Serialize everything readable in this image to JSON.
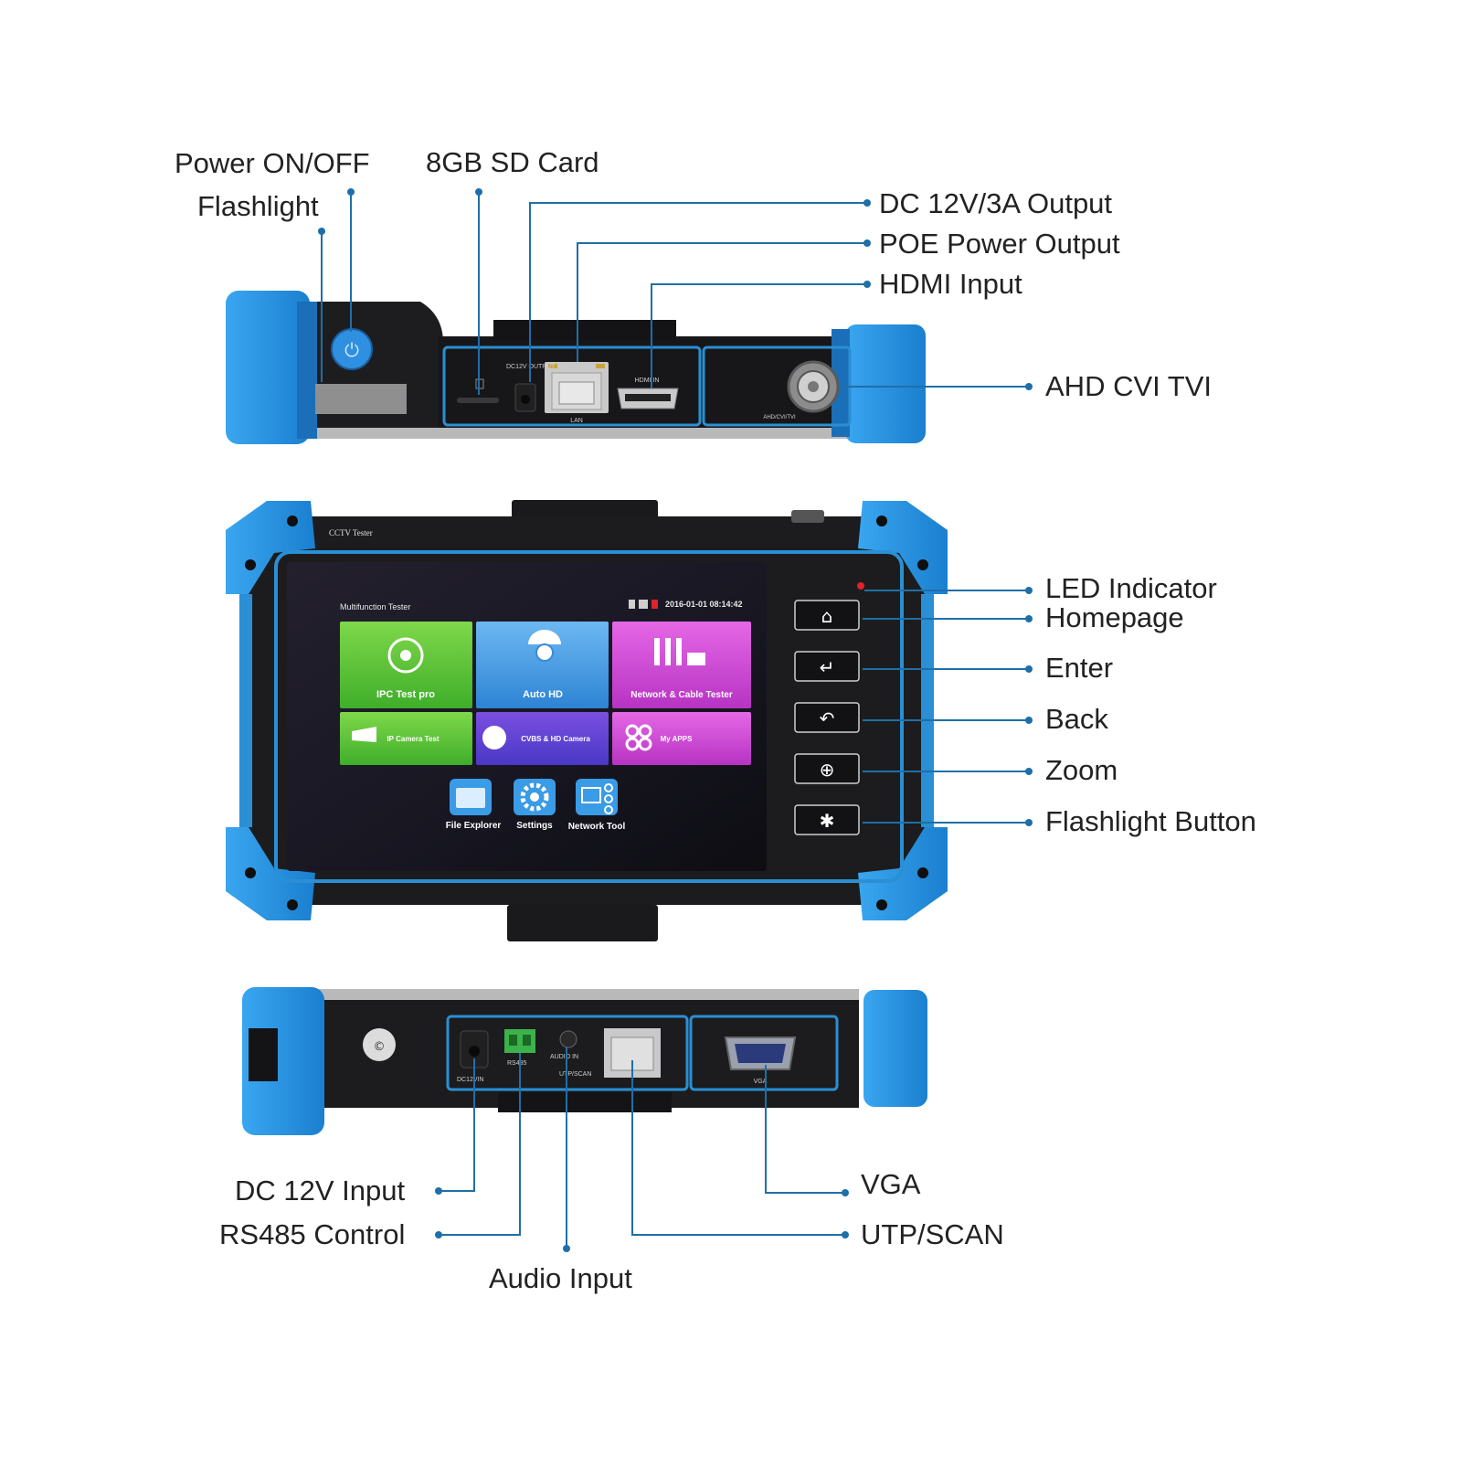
{
  "labels": {
    "power_on_off": "Power ON/OFF",
    "flashlight": "Flashlight",
    "sd_card": "8GB SD Card",
    "dc_output": "DC 12V/3A Output",
    "poe_output": "POE Power Output",
    "hdmi_input": "HDMI Input",
    "ahd_cvi_tvi": "AHD CVI TVI",
    "led_indicator": "LED Indicator",
    "homepage": "Homepage",
    "enter": "Enter",
    "back": "Back",
    "zoom": "Zoom",
    "flashlight_button": "Flashlight Button",
    "dc_input": "DC 12V Input",
    "rs485_control": "RS485 Control",
    "audio_input": "Audio Input",
    "vga": "VGA",
    "utp_scan": "UTP/SCAN"
  },
  "device": {
    "brand": "CCTV Tester",
    "screen_title": "Multifunction Tester",
    "datetime": "2016-01-01 08:14:42",
    "apps": {
      "ipc_test": "IPC Test pro",
      "auto_hd": "Auto HD",
      "network_cable": "Network & Cable Tester",
      "ip_camera": "IP Camera Test",
      "cvbs_hd": "CVBS & HD Camera",
      "my_apps": "My APPS",
      "file_explorer": "File Explorer",
      "settings": "Settings",
      "network_tool": "Network Tool"
    },
    "ports_top": {
      "dc": "DC12V OUTPUT",
      "lan": "LAN",
      "hdmi": "HDMI IN",
      "bnc": "AHD/CVI/TVI"
    },
    "ports_bottom": {
      "dc": "DC12VIN",
      "rs485": "RS485",
      "audio": "AUDIO IN",
      "utp": "UTP/SCAN",
      "vga": "VGA"
    }
  },
  "colors": {
    "accent_blue": "#2a8fd4",
    "bumper_blue": "#1f8fe0",
    "body_black": "#1c1c1e",
    "leader_line": "#1e6fa8",
    "tile_green": "#56c43c",
    "tile_blue": "#3f9be6",
    "tile_magenta": "#d94ad6"
  }
}
